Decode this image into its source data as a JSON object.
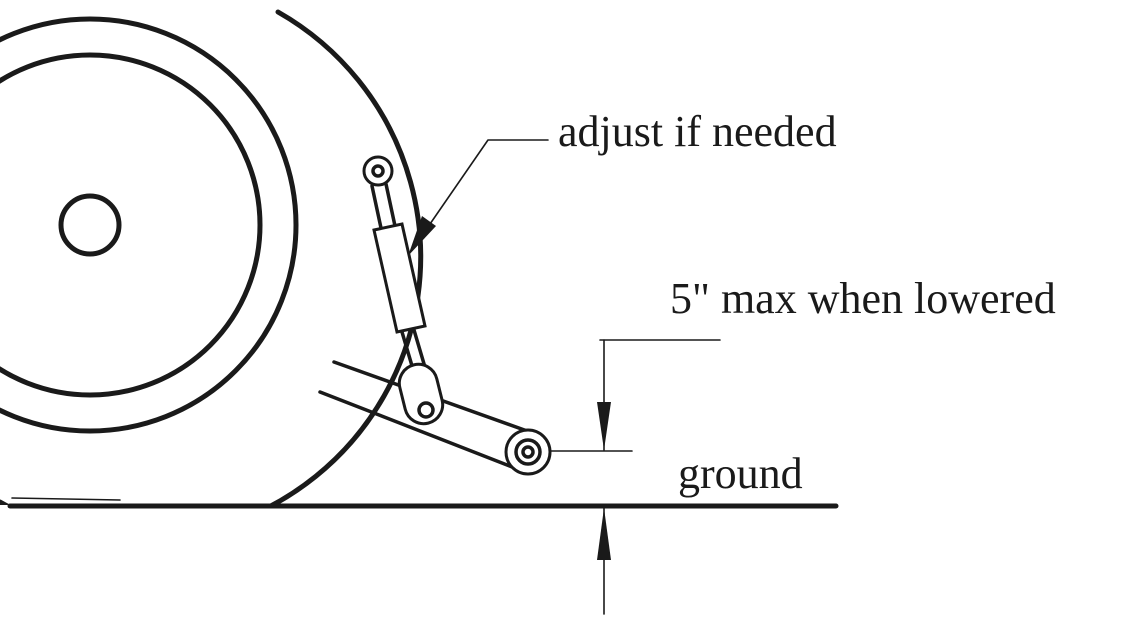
{
  "labels": {
    "adjust": "adjust if needed",
    "clearance": "5\"  max when lowered",
    "ground": "ground"
  },
  "colors": {
    "ink": "#1a1a1a",
    "background": "#ffffff"
  }
}
